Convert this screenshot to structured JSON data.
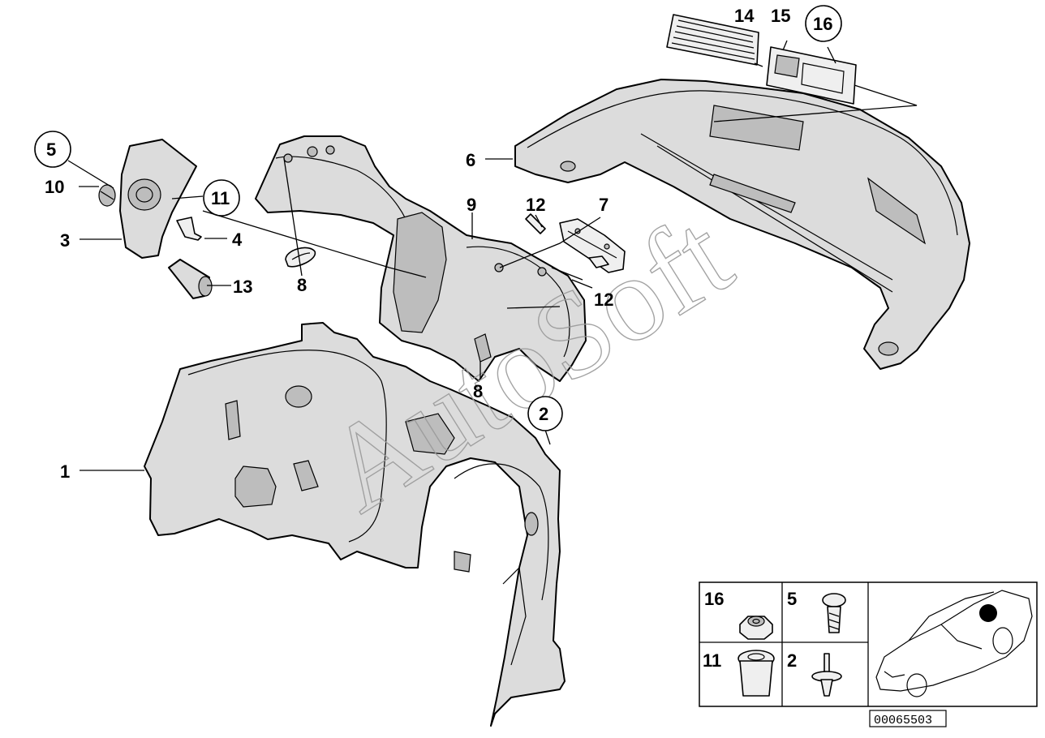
{
  "callouts": {
    "c1": "1",
    "c2": "2",
    "c3": "3",
    "c4": "4",
    "c5": "5",
    "c6": "6",
    "c7": "7",
    "c8a": "8",
    "c8b": "8",
    "c9": "9",
    "c10": "10",
    "c11": "11",
    "c12a": "12",
    "c12b": "12",
    "c13": "13",
    "c14": "14",
    "c15": "15",
    "c16": "16"
  },
  "inset": {
    "cell_16": "16",
    "cell_5": "5",
    "cell_11": "11",
    "cell_2": "2",
    "vehicle_icon": "car-location-icon"
  },
  "watermark": "AutoSoft",
  "document_number": "00065503"
}
